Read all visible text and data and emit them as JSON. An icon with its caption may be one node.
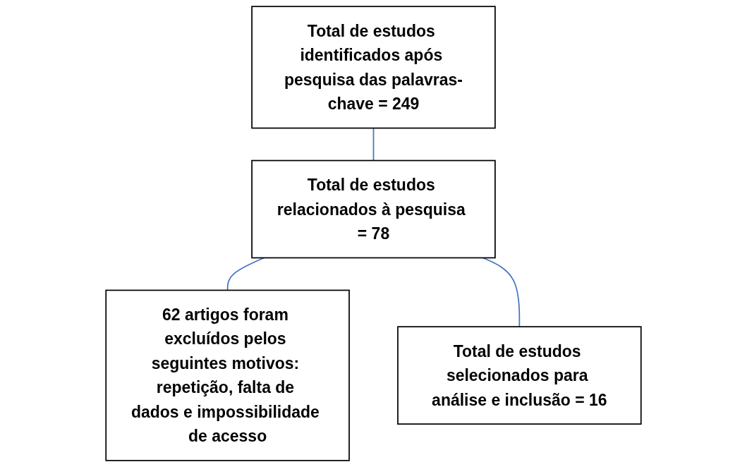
{
  "diagram": {
    "nodes": [
      {
        "text": [
          "Total de estudos identificados após pesquisa das palavras-chave = 249"
        ]
      },
      {
        "text": [
          "Total de estudos relacionados à pesquisa = 78"
        ]
      },
      {
        "text": [
          "Total de estudos selecionados para análise e inclusão = 16"
        ]
      },
      {
        "text": [
          "62 artigos foram excluídos pelos seguintes motivos: repetição, falta de dados e impossibilidade de acesso"
        ]
      }
    ],
    "edges": [
      {
        "from": 0,
        "to": 1,
        "arrow": "none"
      },
      {
        "from": 1,
        "to": 3,
        "arrow": "none"
      },
      {
        "from": 1,
        "to": 2,
        "arrow": "none"
      }
    ]
  }
}
